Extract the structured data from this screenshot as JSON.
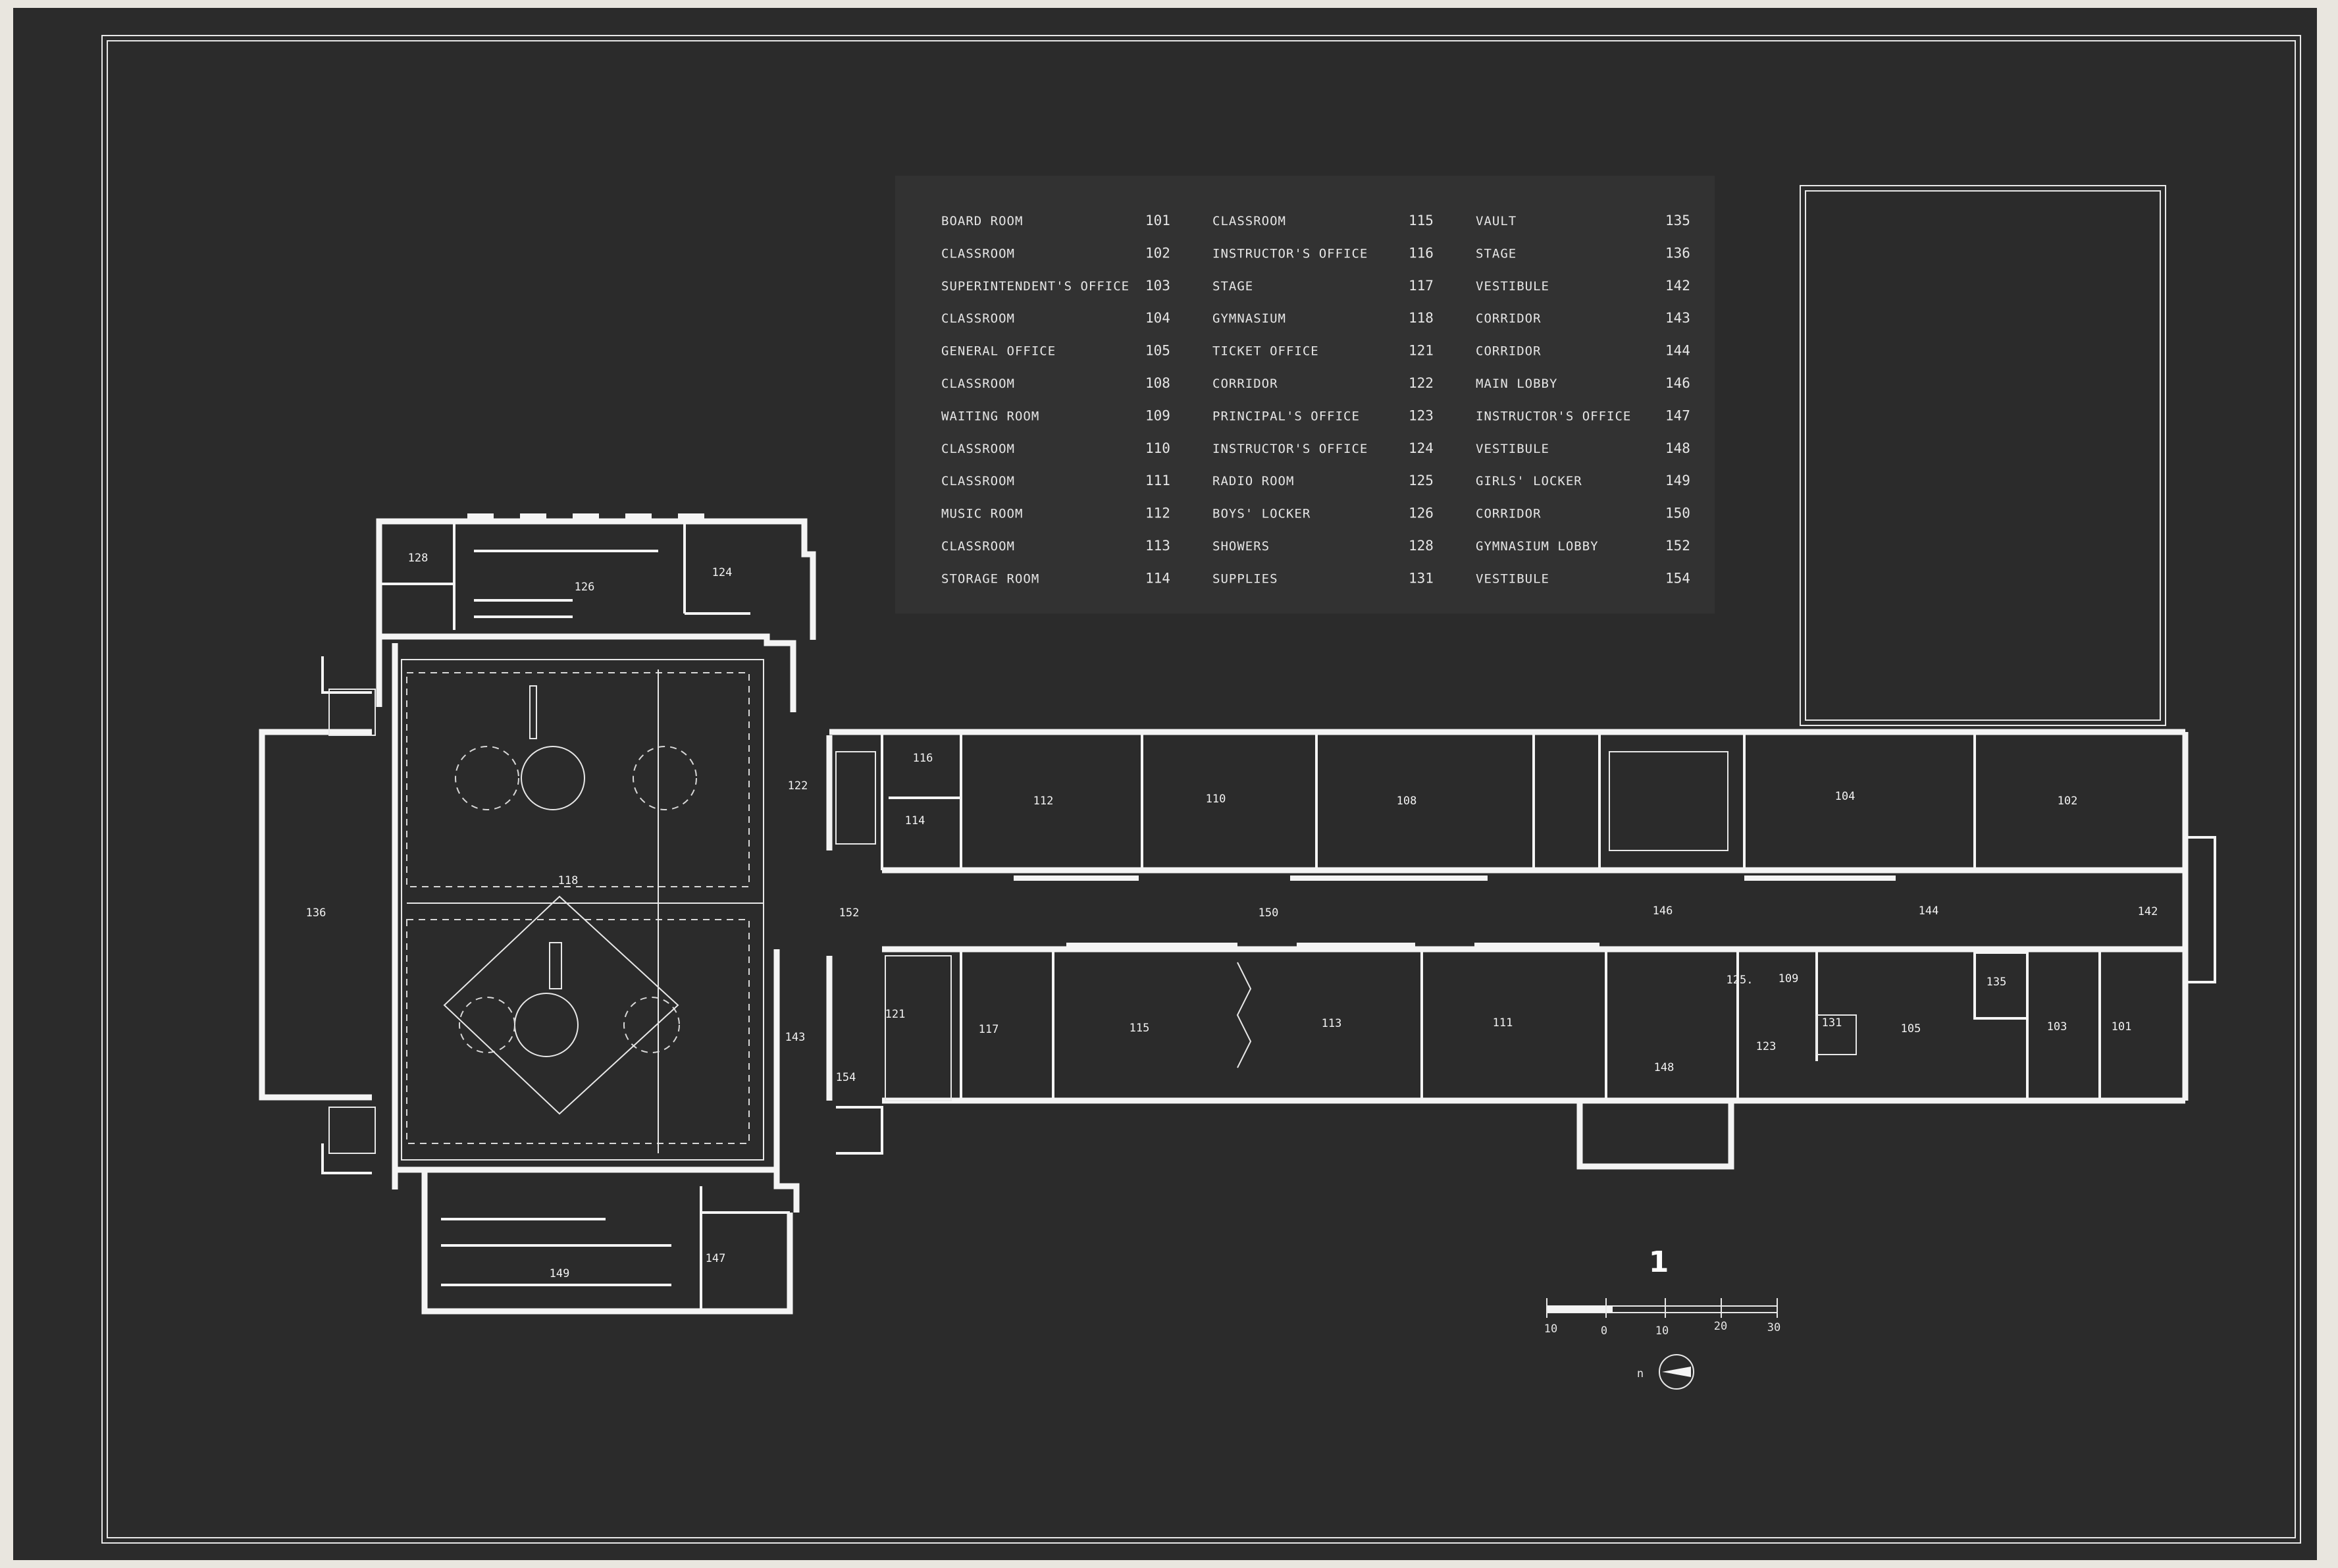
{
  "schedule": {
    "col1": [
      {
        "name": "BOARD ROOM",
        "number": "101"
      },
      {
        "name": "CLASSROOM",
        "number": "102"
      },
      {
        "name": "SUPERINTENDENT'S OFFICE",
        "number": "103"
      },
      {
        "name": "CLASSROOM",
        "number": "104"
      },
      {
        "name": "GENERAL OFFICE",
        "number": "105"
      },
      {
        "name": "CLASSROOM",
        "number": "108"
      },
      {
        "name": "WAITING ROOM",
        "number": "109"
      },
      {
        "name": "CLASSROOM",
        "number": "110"
      },
      {
        "name": "CLASSROOM",
        "number": "111"
      },
      {
        "name": "MUSIC ROOM",
        "number": "112"
      },
      {
        "name": "CLASSROOM",
        "number": "113"
      },
      {
        "name": "STORAGE ROOM",
        "number": "114"
      }
    ],
    "col2": [
      {
        "name": "CLASSROOM",
        "number": "115"
      },
      {
        "name": "INSTRUCTOR'S OFFICE",
        "number": "116"
      },
      {
        "name": "STAGE",
        "number": "117"
      },
      {
        "name": "GYMNASIUM",
        "number": "118"
      },
      {
        "name": "TICKET OFFICE",
        "number": "121"
      },
      {
        "name": "CORRIDOR",
        "number": "122"
      },
      {
        "name": "PRINCIPAL'S OFFICE",
        "number": "123"
      },
      {
        "name": "INSTRUCTOR'S OFFICE",
        "number": "124"
      },
      {
        "name": "RADIO ROOM",
        "number": "125"
      },
      {
        "name": "BOYS' LOCKER",
        "number": "126"
      },
      {
        "name": "SHOWERS",
        "number": "128"
      },
      {
        "name": "SUPPLIES",
        "number": "131"
      }
    ],
    "col3": [
      {
        "name": "VAULT",
        "number": "135"
      },
      {
        "name": "STAGE",
        "number": "136"
      },
      {
        "name": "VESTIBULE",
        "number": "142"
      },
      {
        "name": "CORRIDOR",
        "number": "143"
      },
      {
        "name": "CORRIDOR",
        "number": "144"
      },
      {
        "name": "MAIN LOBBY",
        "number": "146"
      },
      {
        "name": "INSTRUCTOR'S OFFICE",
        "number": "147"
      },
      {
        "name": "VESTIBULE",
        "number": "148"
      },
      {
        "name": "GIRLS' LOCKER",
        "number": "149"
      },
      {
        "name": "CORRIDOR",
        "number": "150"
      },
      {
        "name": "GYMNASIUM LOBBY",
        "number": "152"
      },
      {
        "name": "VESTIBULE",
        "number": "154"
      }
    ]
  },
  "rooms": {
    "r101": "101",
    "r102": "102",
    "r103": "103",
    "r104": "104",
    "r105": "105",
    "r108": "108",
    "r109": "109",
    "r110": "110",
    "r111": "111",
    "r112": "112",
    "r113": "113",
    "r114": "114",
    "r115": "115",
    "r116": "116",
    "r117": "117",
    "r118": "118",
    "r121": "121",
    "r122": "122",
    "r123": "123",
    "r124": "124",
    "r125": "125.",
    "r126": "126",
    "r128": "128",
    "r131": "131",
    "r135": "135",
    "r136": "136",
    "r142": "142",
    "r143": "143",
    "r144": "144",
    "r146": "146",
    "r147": "147",
    "r148": "148",
    "r149": "149",
    "r150": "150",
    "r152": "152",
    "r154": "154"
  },
  "sheet_number": "1",
  "scale_bar": {
    "ticks": [
      "10",
      "0",
      "10",
      "20",
      "30"
    ]
  },
  "north_arrow": {
    "label": "n"
  }
}
